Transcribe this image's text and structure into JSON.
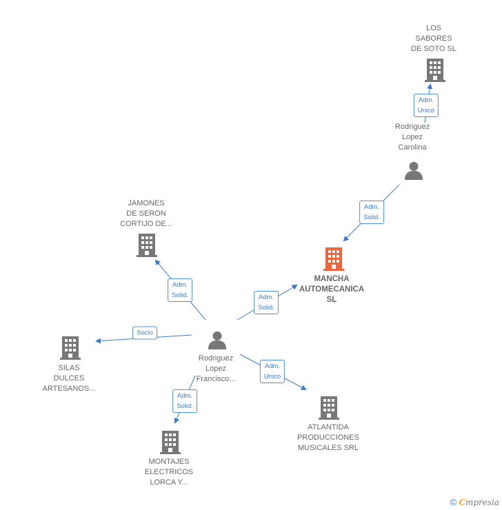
{
  "colors": {
    "edge": "#3a7bd5",
    "node_gray": "#777777",
    "node_main": "#f0643c"
  },
  "nodes": {
    "sabores": {
      "label": "LOS\nSABORES\nDE SOTO  SL",
      "icon": "building-icon"
    },
    "carolina": {
      "label": "Rodriguez\nLopez\nCarolina",
      "icon": "person-icon"
    },
    "jamones": {
      "label": "JAMONES\nDE SERON\nCORTIJO DE...",
      "icon": "building-icon"
    },
    "mancha": {
      "label": "MANCHA\nAUTOMECANICA\nSL",
      "icon": "building-icon"
    },
    "francisco": {
      "label": "Rodriguez\nLopez\nFrancisco...",
      "icon": "person-icon"
    },
    "silas": {
      "label": "SILAS\nDULCES\nARTESANOS...",
      "icon": "building-icon"
    },
    "atlantida": {
      "label": "ATLANTIDA\nPRODUCCIONES\nMUSICALES SRL",
      "icon": "building-icon"
    },
    "montajes": {
      "label": "MONTAJES\nELECTRICOS\nLORCA Y...",
      "icon": "building-icon"
    }
  },
  "edges": {
    "carolina_sabores": "Adm.\nUnico",
    "carolina_mancha": "Adm.\nSolid.",
    "francisco_jamones": "Adm.\nSolid.",
    "francisco_mancha": "Adm.\nSolid.",
    "francisco_silas": "Socio",
    "francisco_atlantida": "Adm.\nUnico",
    "francisco_montajes": "Adm.\nSolid."
  },
  "footer": {
    "copyright": "©",
    "brand_first": "C",
    "brand_rest": "mpresia"
  }
}
